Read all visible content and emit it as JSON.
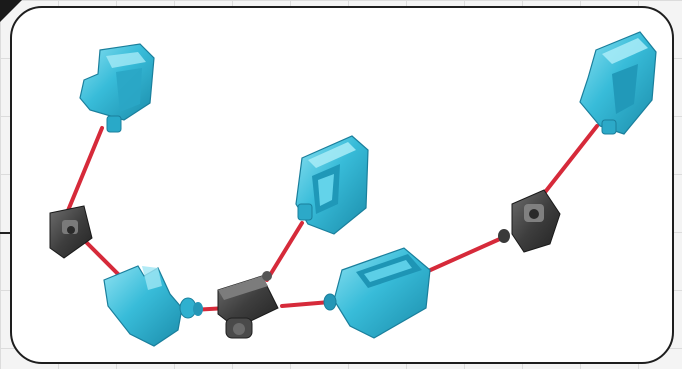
{
  "figure": {
    "frame_color": "#1e1e1e",
    "colors": {
      "clip": "#33b8d6",
      "clip_light": "#7fdcef",
      "clip_dark": "#1c8fae",
      "connector": "#3c3c3c",
      "connector_light": "#6a6a6a",
      "wire": "#d62a3a"
    },
    "parts": [
      {
        "name": "clip-top-left",
        "type": "cyan-clip"
      },
      {
        "name": "clip-top-center",
        "type": "cyan-clip"
      },
      {
        "name": "clip-top-right",
        "type": "cyan-clip"
      },
      {
        "name": "clip-bottom-left",
        "type": "cyan-clip"
      },
      {
        "name": "clip-bottom-right",
        "type": "cyan-clip"
      },
      {
        "name": "connector-left",
        "type": "dark-connector"
      },
      {
        "name": "connector-center",
        "type": "dark-connector"
      },
      {
        "name": "connector-right",
        "type": "dark-connector"
      }
    ]
  }
}
